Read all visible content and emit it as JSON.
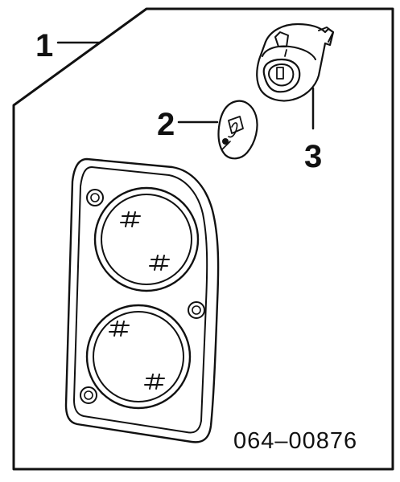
{
  "diagram": {
    "callouts": [
      {
        "id": "1",
        "label": "1"
      },
      {
        "id": "2",
        "label": "2"
      },
      {
        "id": "3",
        "label": "3"
      }
    ],
    "part_number": "064–00876"
  },
  "colors": {
    "ink": "#111111",
    "background": "#ffffff"
  },
  "icons": [
    "tail-lamp-housing-icon",
    "bulb-icon",
    "bulb-socket-icon",
    "lens-grid-icon"
  ]
}
